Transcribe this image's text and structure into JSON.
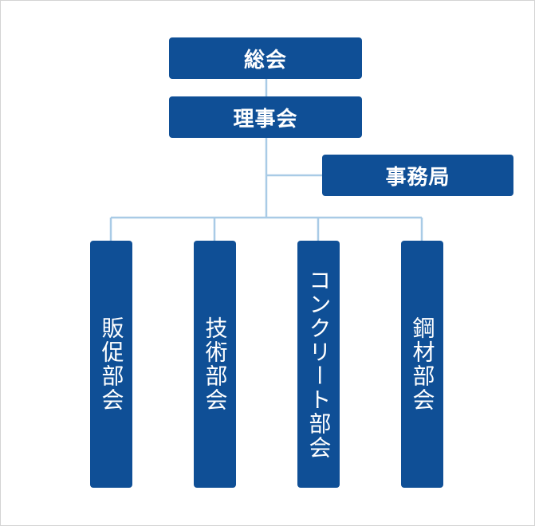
{
  "org_chart": {
    "general_assembly": "総会",
    "board": "理事会",
    "secretariat": "事務局",
    "committees": [
      "販促部会",
      "技術部会",
      "コンクリート部会",
      "鋼材部会"
    ],
    "colors": {
      "box_fill": "#0f4f96",
      "box_text": "#ffffff",
      "connector": "#a9cbe6",
      "frame_border": "#d4d4d4"
    }
  }
}
